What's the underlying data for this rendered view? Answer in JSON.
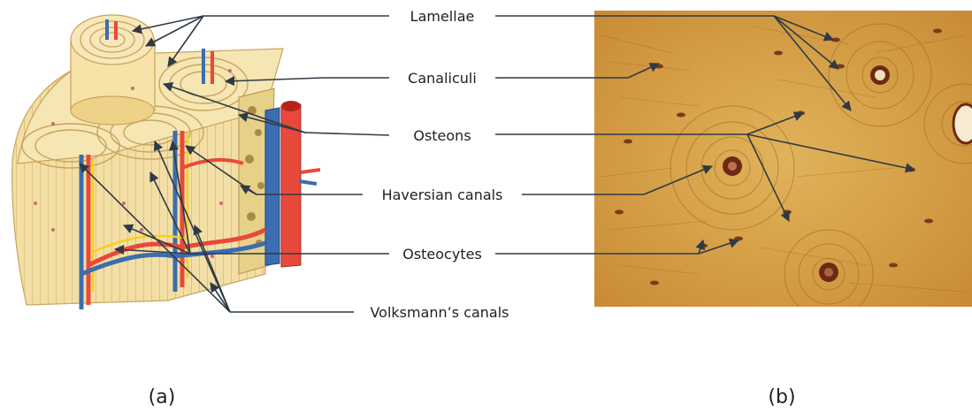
{
  "labels": {
    "lamellae": "Lamellae",
    "canaliculi": "Canaliculi",
    "osteons": "Osteons",
    "haversian": "Haversian canals",
    "osteocytes": "Osteocytes",
    "volkmann": "Volksmann’s canals"
  },
  "captions": {
    "a": "(a)",
    "b": "(b)"
  },
  "colors": {
    "bone_light": "#f6e6b4",
    "bone_dark": "#e6c67a",
    "artery": "#e8493a",
    "vein": "#3b6db0",
    "nerve": "#f4d020",
    "micro_base": "#d9a74a",
    "micro_dark": "#7a3a1a",
    "leader": "#2f3a46"
  }
}
